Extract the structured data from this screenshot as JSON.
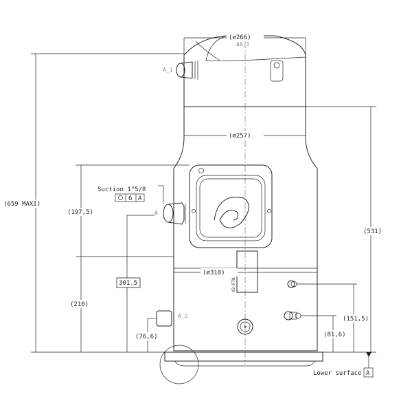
{
  "dimensions": {
    "top_diameter": "(⌀266)",
    "mid_diameter": "(⌀257)",
    "body_diameter": "(⌀318)",
    "overall_height": "(659 MAXI)",
    "right_height": "(531)",
    "suction_offset": "(197,5)",
    "suction_height": "301.5",
    "lower_height": "(210)",
    "a2_height": "(76,6)",
    "upper_fitting_height": "(151,5)",
    "lower_fitting_height": "(81,6)"
  },
  "labels": {
    "top_centerline": "AA_1",
    "discharge": "A_1",
    "suction_point": "A",
    "a2": "A_2",
    "suction_title": "Suction 1\"5/8",
    "tolerance_value": "6",
    "datum_ref": "A",
    "pipe_label": "V2-F70",
    "lower_surface": "Lower surface",
    "datum": "A"
  }
}
